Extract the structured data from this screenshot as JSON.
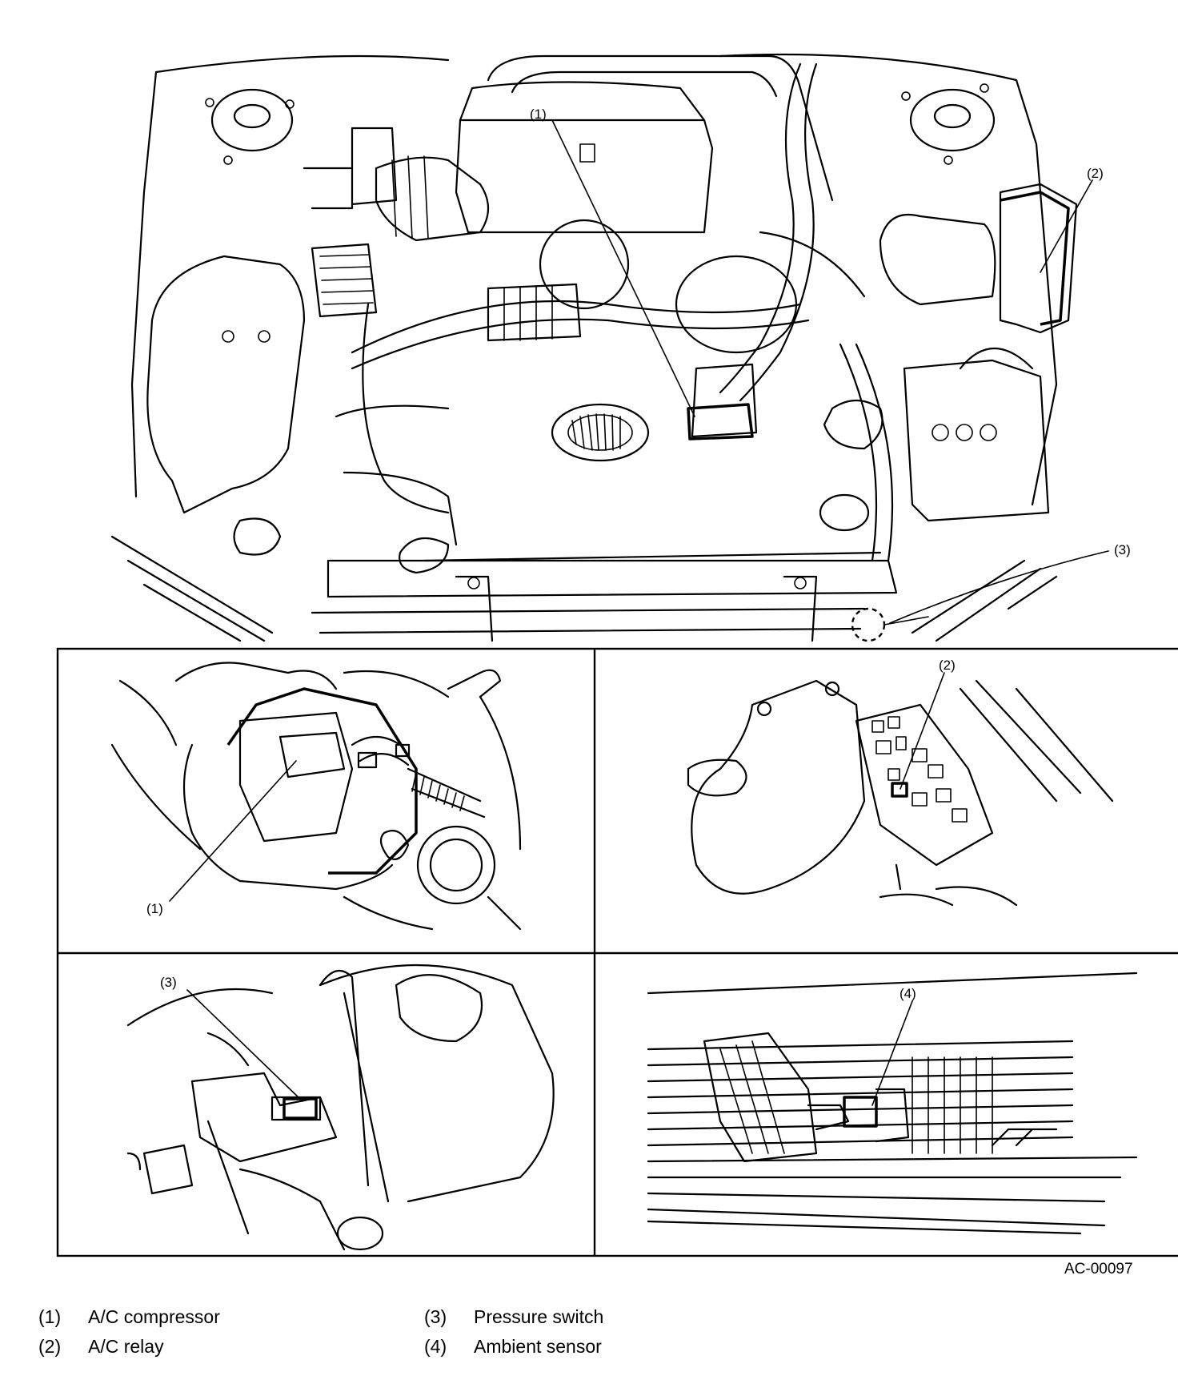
{
  "callouts": {
    "top_1": "(1)",
    "top_2": "(2)",
    "top_3": "(3)",
    "panel1": "(1)",
    "panel2": "(2)",
    "panel3": "(3)",
    "panel4": "(4)"
  },
  "figure_code": "AC-00097",
  "legend": [
    {
      "num": "(1)",
      "text": "A/C compressor"
    },
    {
      "num": "(2)",
      "text": "A/C relay"
    },
    {
      "num": "(3)",
      "text": "Pressure switch"
    },
    {
      "num": "(4)",
      "text": "Ambient sensor"
    }
  ]
}
